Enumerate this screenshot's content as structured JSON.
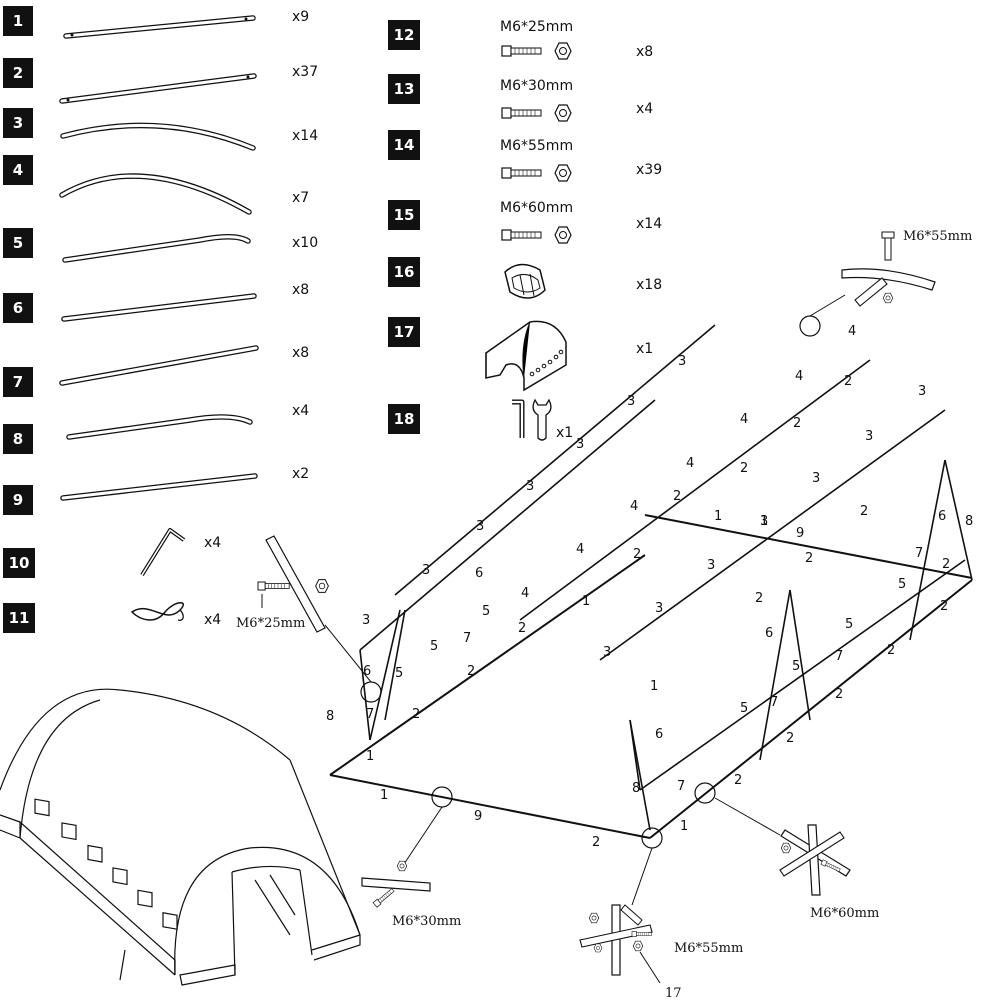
{
  "parts": [
    {
      "num": "1",
      "qty": "x9"
    },
    {
      "num": "2",
      "qty": "x37"
    },
    {
      "num": "3",
      "qty": "x14"
    },
    {
      "num": "4",
      "qty": "x7"
    },
    {
      "num": "5",
      "qty": "x10"
    },
    {
      "num": "6",
      "qty": "x8"
    },
    {
      "num": "7",
      "qty": "x8"
    },
    {
      "num": "8",
      "qty": "x4"
    },
    {
      "num": "9",
      "qty": "x2"
    },
    {
      "num": "10",
      "qty": "x4"
    },
    {
      "num": "11",
      "qty": "x4"
    },
    {
      "num": "12",
      "label": "M6*25mm",
      "qty": "x8"
    },
    {
      "num": "13",
      "label": "M6*30mm",
      "qty": "x4"
    },
    {
      "num": "14",
      "label": "M6*55mm",
      "qty": "x39"
    },
    {
      "num": "15",
      "label": "M6*60mm",
      "qty": "x14"
    },
    {
      "num": "16",
      "qty": "x18"
    },
    {
      "num": "17",
      "qty": "x1"
    },
    {
      "num": "18",
      "qty": "x1"
    }
  ],
  "callouts": {
    "top": "M6*55mm",
    "left": "M6*25mm",
    "bottom_left": "M6*30mm",
    "bottom_center": "M6*55mm",
    "bottom_center_part": "17",
    "right": "M6*60mm"
  },
  "frame_labels": {
    "arch_top": [
      "4",
      "4",
      "4",
      "4",
      "4",
      "4",
      "4"
    ],
    "arch_upper": [
      "3",
      "3",
      "3",
      "3",
      "3",
      "3",
      "3",
      "3",
      "3",
      "3",
      "3",
      "3",
      "3",
      "3"
    ],
    "ridge": [
      "2",
      "2",
      "2",
      "2",
      "2",
      "2",
      "2"
    ],
    "misc": [
      "1",
      "1",
      "1",
      "1",
      "1",
      "1",
      "1",
      "5",
      "5",
      "5",
      "5",
      "5",
      "5",
      "5",
      "6",
      "6",
      "6",
      "6",
      "6",
      "7",
      "7",
      "7",
      "7",
      "7",
      "7",
      "8",
      "8",
      "8",
      "9",
      "9",
      "2",
      "2",
      "2",
      "2",
      "2",
      "2",
      "2",
      "2",
      "2",
      "2",
      "2"
    ]
  }
}
